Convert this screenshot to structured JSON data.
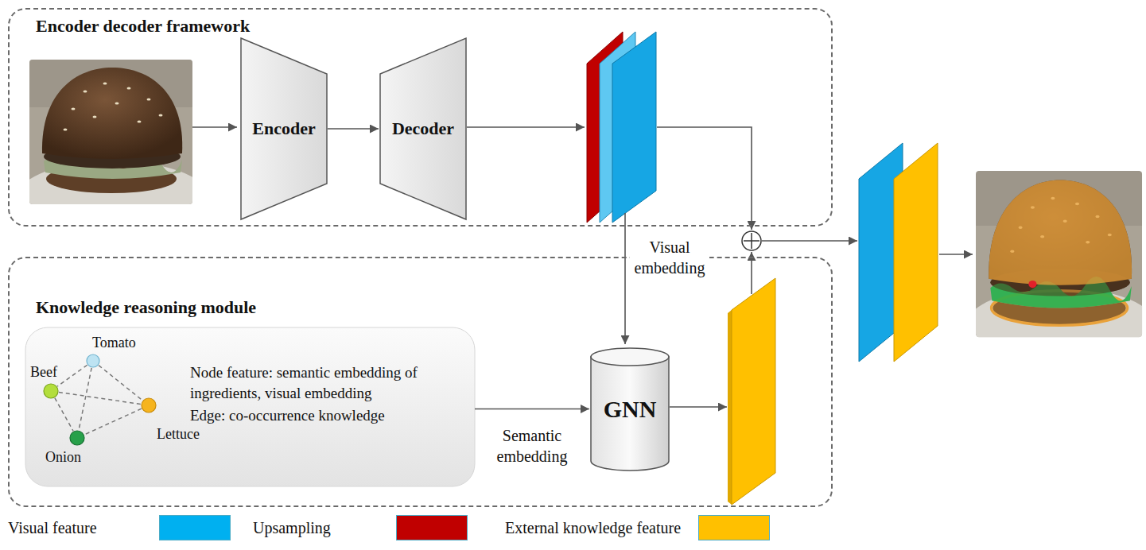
{
  "diagram": {
    "nodes": [
      {
        "text": [
          "Encoder decoder framework"
        ]
      },
      {
        "text": [
          "Encoder"
        ],
        "in": 0
      },
      {
        "text": [
          "Decoder"
        ],
        "in": 0
      },
      {
        "text": [
          "Knowledge reasoning module"
        ]
      },
      {
        "text": [
          "Node feature: semantic embedding of ingredients, visual embedding",
          "Edge: co-occurrence knowledge"
        ],
        "in": 3
      },
      {
        "text": [
          "Tomato"
        ],
        "in": 4
      },
      {
        "text": [
          "Beef"
        ],
        "in": 4
      },
      {
        "text": [
          "Lettuce"
        ],
        "in": 4
      },
      {
        "text": [
          "Onion"
        ],
        "in": 4
      },
      {
        "text": [
          "GNN"
        ],
        "in": 3
      }
    ],
    "edges": [
      {
        "from": 1,
        "to": 2,
        "arrow": "to"
      },
      {
        "from": 4,
        "to": 9,
        "label": "Semantic embedding",
        "arrow": "to"
      },
      {
        "from": 5,
        "to": 6,
        "arrow": "none"
      },
      {
        "from": 5,
        "to": 7,
        "arrow": "none"
      },
      {
        "from": 5,
        "to": 8,
        "arrow": "none"
      },
      {
        "from": 6,
        "to": 7,
        "arrow": "none"
      },
      {
        "from": 6,
        "to": 8,
        "arrow": "none"
      },
      {
        "from": 7,
        "to": 8,
        "arrow": "none"
      }
    ],
    "labels": [
      "Visual embedding"
    ],
    "legend": [
      {
        "text": "Visual feature",
        "color": "#00b0f0"
      },
      {
        "text": "Upsampling",
        "color": "#c00000"
      },
      {
        "text": "External knowledge feature",
        "color": "#ffc000"
      }
    ]
  }
}
